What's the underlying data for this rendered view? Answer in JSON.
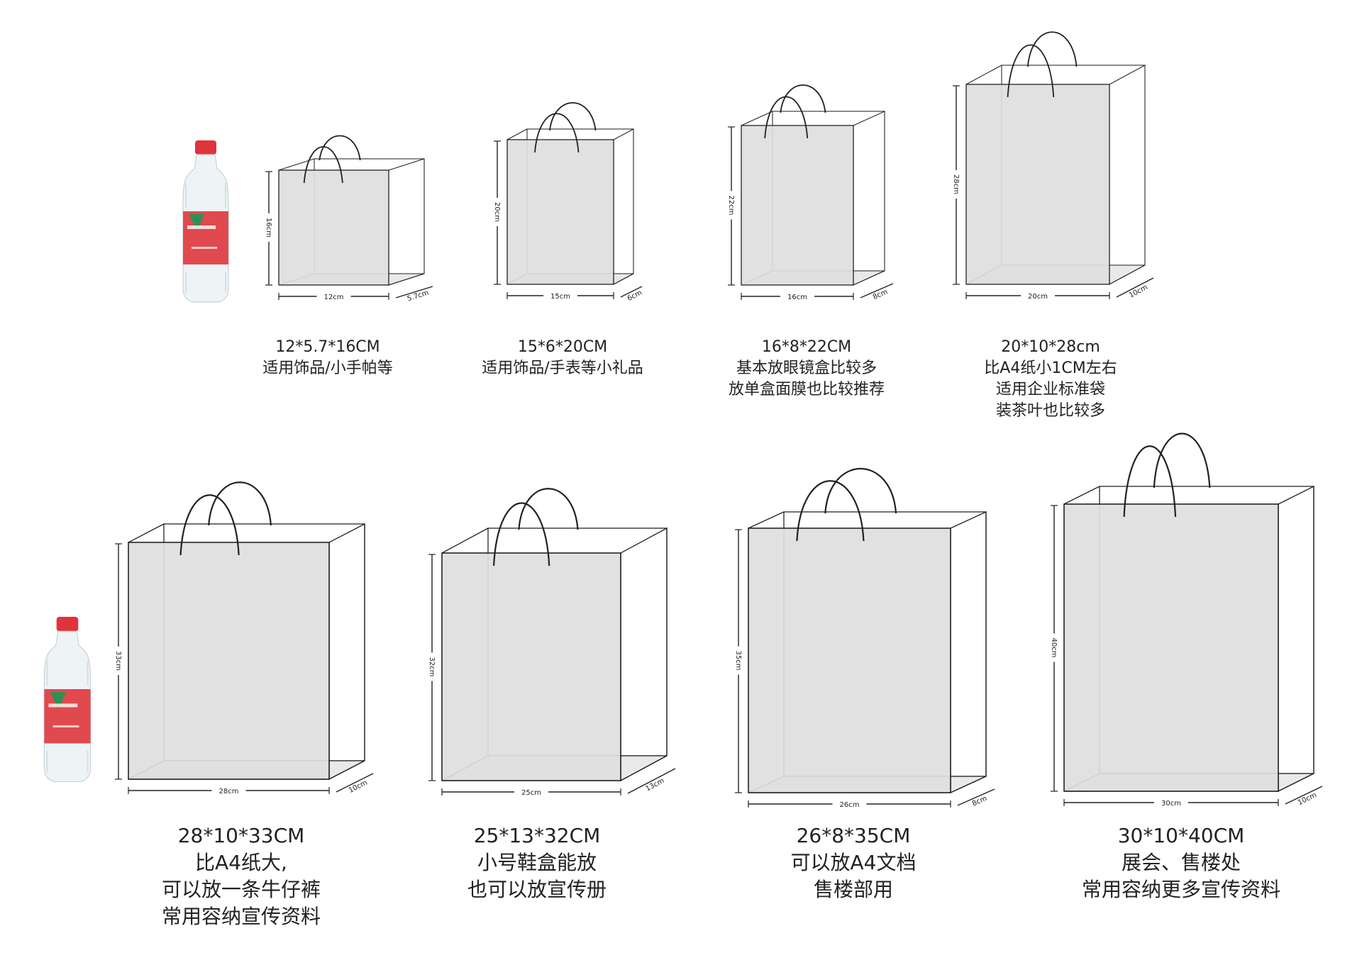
{
  "colors": {
    "panel": "#dedede",
    "line": "#222222",
    "bottle_cap": "#e0333b",
    "bottle_label": "#e04a4e"
  },
  "bags": [
    {
      "size_label": "12*5.7*16CM",
      "lines": [
        "适用饰品/小手帕等"
      ],
      "w": "12cm",
      "d": "5.7cm",
      "h": "16cm"
    },
    {
      "size_label": "15*6*20CM",
      "lines": [
        "适用饰品/手表等小礼品"
      ],
      "w": "15cm",
      "d": "6cm",
      "h": "20cm"
    },
    {
      "size_label": "16*8*22CM",
      "lines": [
        "基本放眼镜盒比较多",
        "放单盒面膜也比较推荐"
      ],
      "w": "16cm",
      "d": "8cm",
      "h": "22cm"
    },
    {
      "size_label": "20*10*28cm",
      "lines": [
        "比A4纸小1CM左右",
        "适用企业标准袋",
        "装茶叶也比较多"
      ],
      "w": "20cm",
      "d": "10cm",
      "h": "28cm"
    },
    {
      "size_label": "28*10*33CM",
      "lines": [
        "比A4纸大,",
        "可以放一条牛仔裤",
        "常用容纳宣传资料"
      ],
      "w": "28cm",
      "d": "10cm",
      "h": "33cm"
    },
    {
      "size_label": "25*13*32CM",
      "lines": [
        "小号鞋盒能放",
        "也可以放宣传册"
      ],
      "w": "25cm",
      "d": "13cm",
      "h": "32cm"
    },
    {
      "size_label": "26*8*35CM",
      "lines": [
        "可以放A4文档",
        "售楼部用"
      ],
      "w": "26cm",
      "d": "8cm",
      "h": "35cm"
    },
    {
      "size_label": "30*10*40CM",
      "lines": [
        "展会、售楼处",
        "常用容纳更多宣传资料"
      ],
      "w": "30cm",
      "d": "10cm",
      "h": "40cm"
    }
  ],
  "bottle": {
    "icon": "water-bottle-icon"
  }
}
